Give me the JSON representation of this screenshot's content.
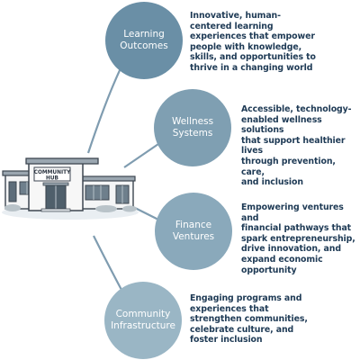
{
  "nodes": [
    {
      "title": "Learning\nOutcomes",
      "description": "Innovative, human-\ncentered learning\nexperiences that empower\npeople with knowledge,\nskills, and opportunities to\nthrive in a changing world",
      "color": "#6a8fa6"
    },
    {
      "title": "Wellness\nSystems",
      "description": "Accessible, technology-\nenabled wellness solutions\nthat support healthier lives\nthrough prevention, care,\nand inclusion",
      "color": "#7f9fb2"
    },
    {
      "title": "Finance\nVentures",
      "description": "Empowering ventures and\nfinancial pathways that\nspark entrepreneurship,\ndrive innovation, and\nexpand economic\nopportunity",
      "color": "#8aa9bb"
    },
    {
      "title": "Community\nInfrastructure",
      "description": "Engaging programs and\nexperiences that\nstrengthen communities,\ncelebrate culture, and\nfoster inclusion",
      "color": "#9ab6c5"
    }
  ],
  "hub": {
    "sign_line1": "COMMUNITY",
    "sign_line2": "HUB"
  },
  "colors": {
    "connector": "#7f9cb0",
    "text": "#1e3a55"
  }
}
